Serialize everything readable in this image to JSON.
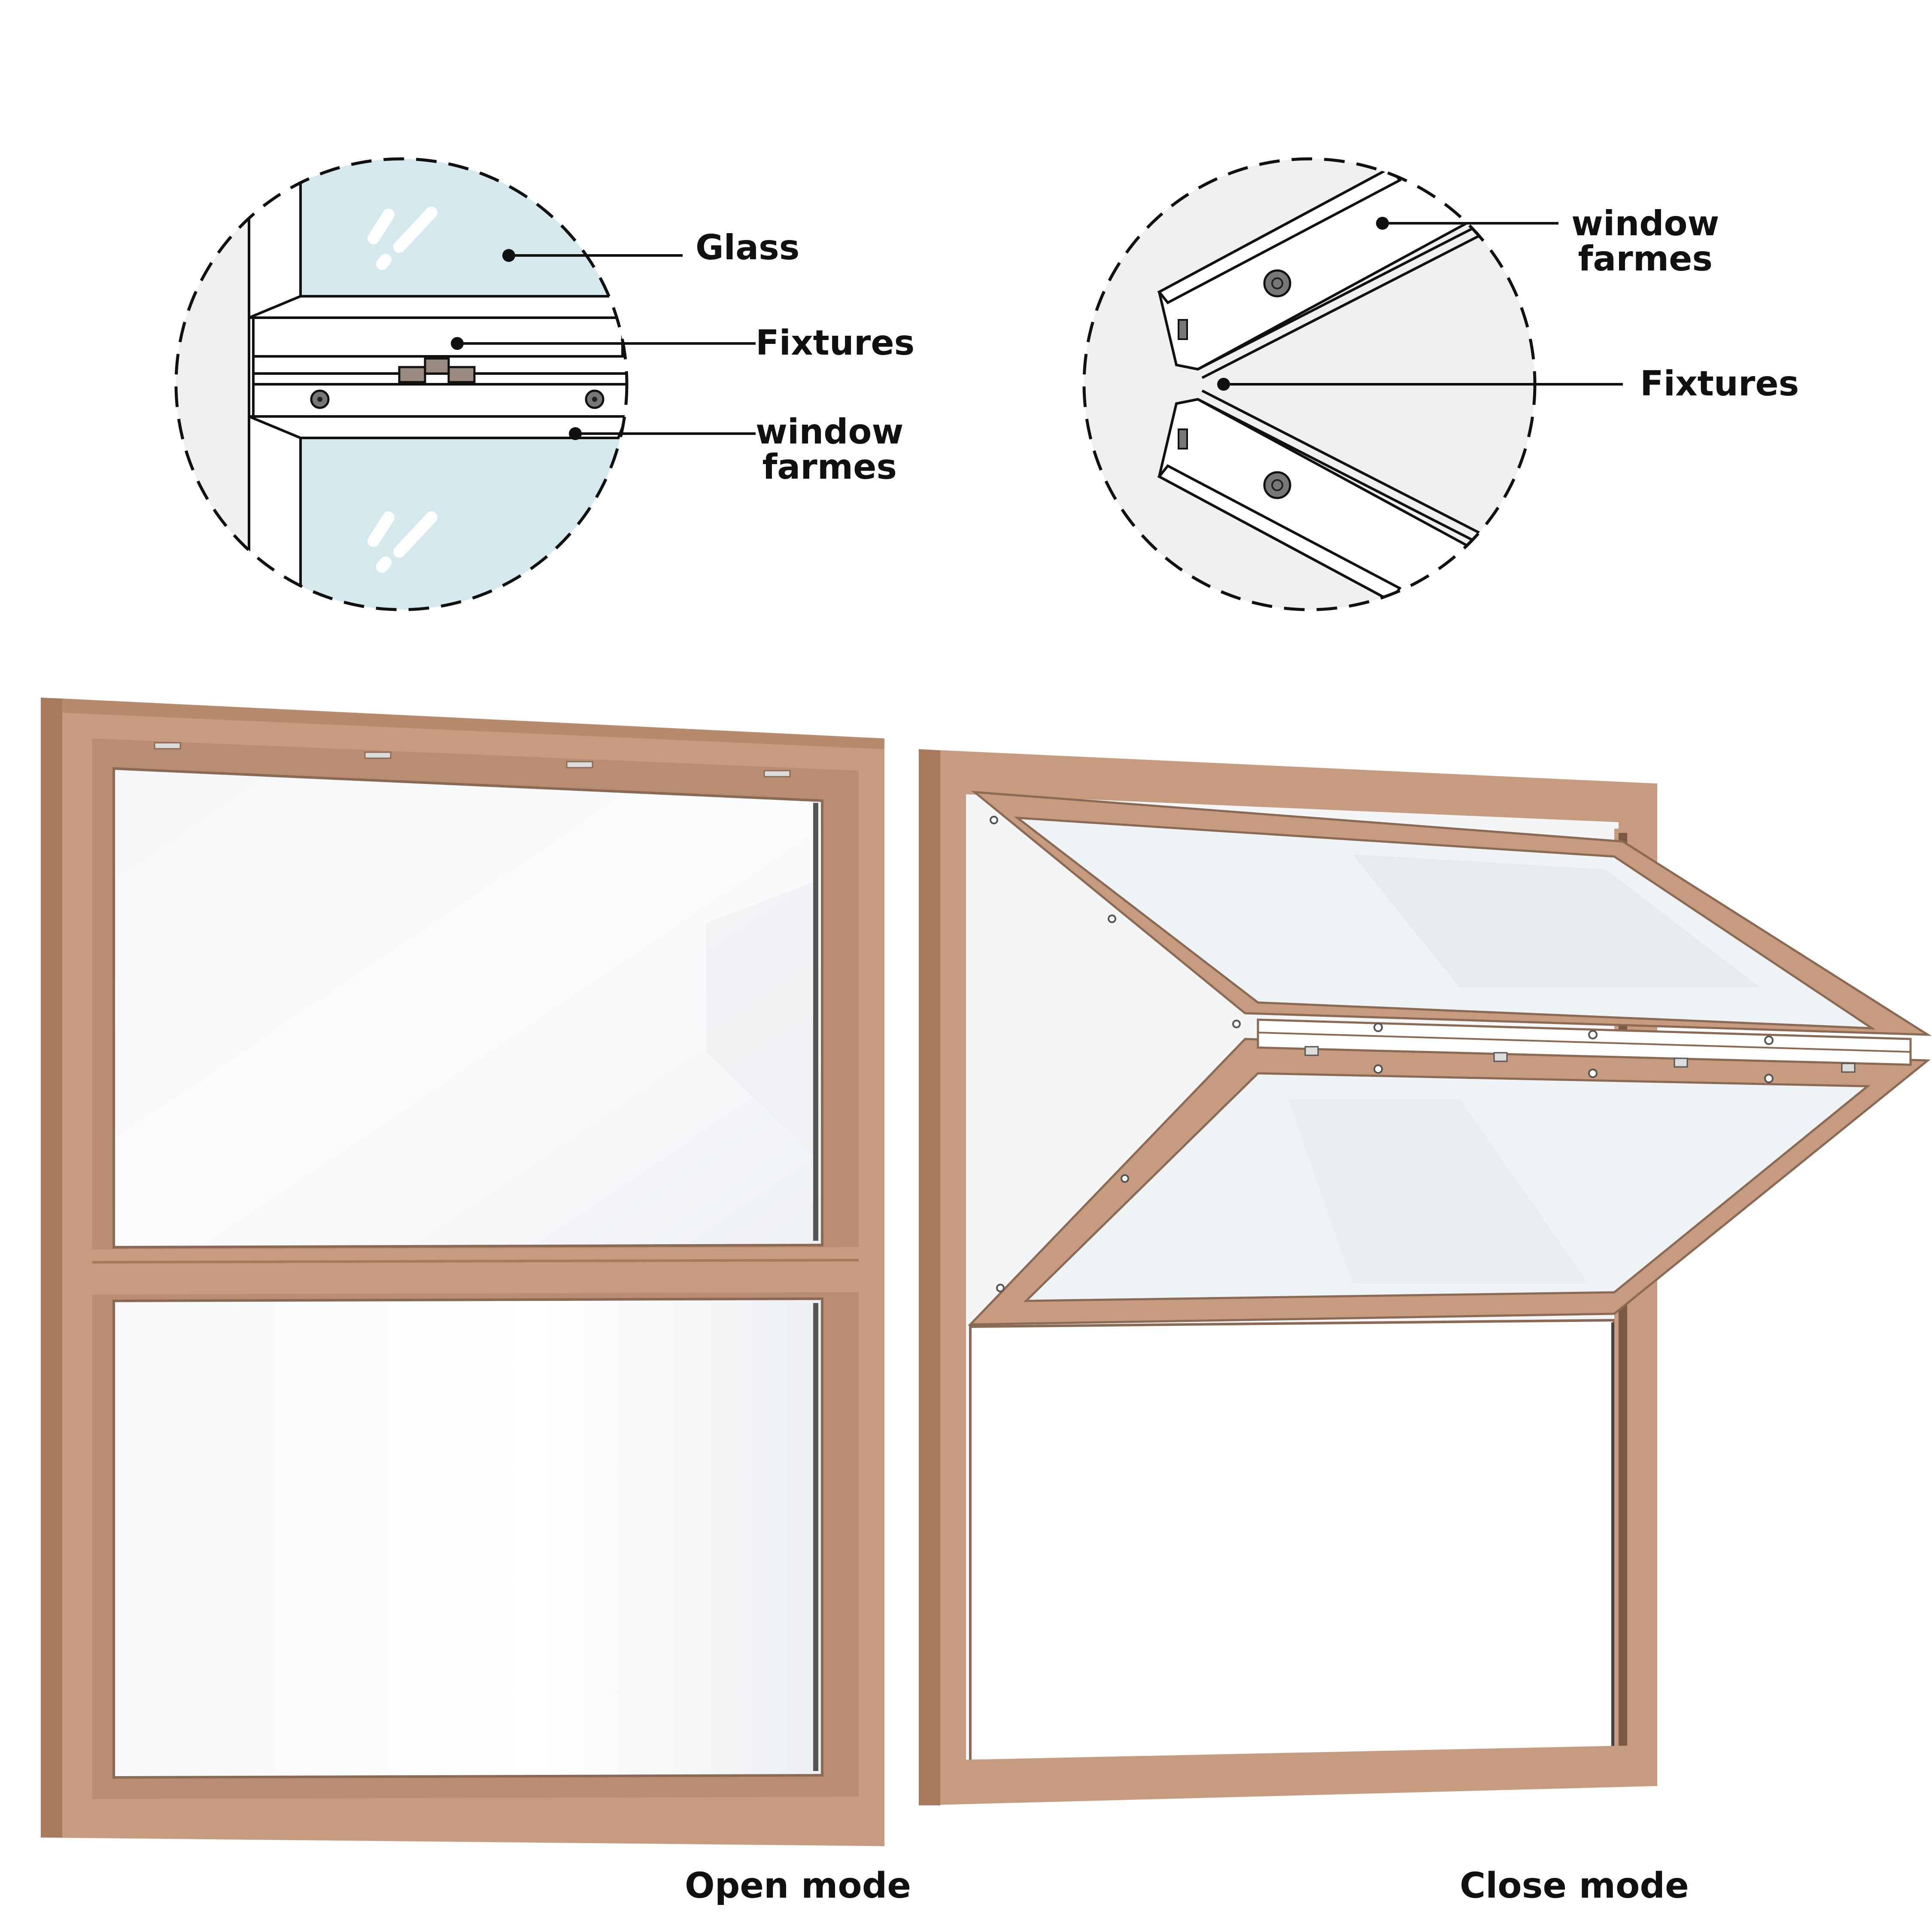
{
  "colors": {
    "wood": "#c79b7f",
    "wood_dark": "#a8795d",
    "glass_tint": "#d4e8ee",
    "detail_bg": "#efefef",
    "line": "#111111"
  },
  "detail_open": {
    "labels": {
      "glass": "Glass",
      "fixtures": "Fixtures",
      "frames": "window\nfarmes"
    }
  },
  "detail_closed": {
    "labels": {
      "frames": "window\nfarmes",
      "fixtures": "Fixtures"
    }
  },
  "captions": {
    "open": "Open mode",
    "close": "Close mode"
  }
}
